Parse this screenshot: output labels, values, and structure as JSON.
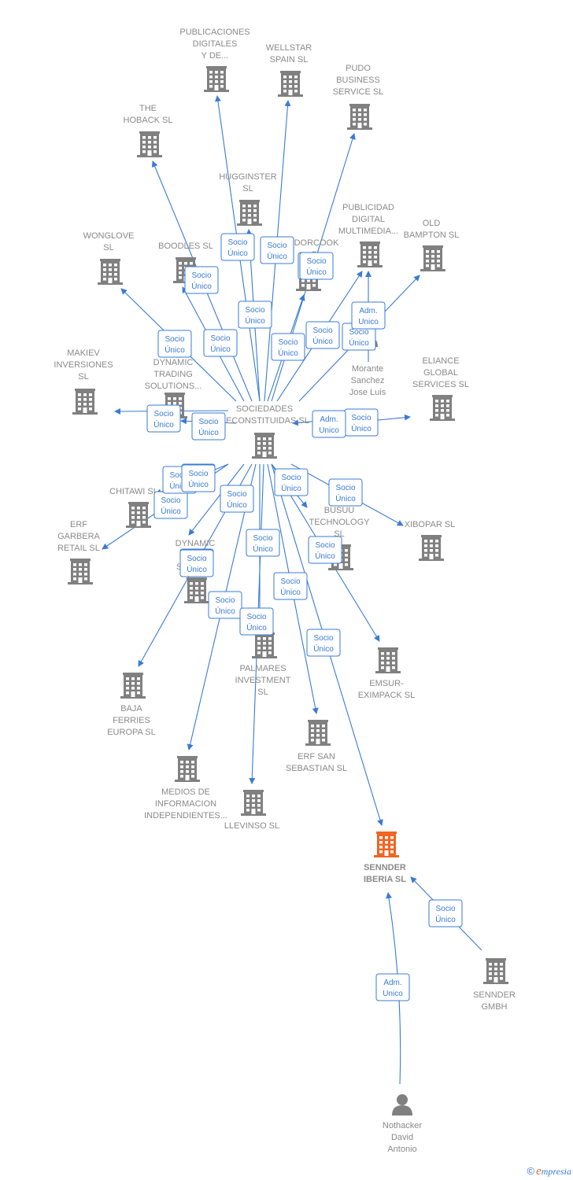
{
  "colors": {
    "building": "#808080",
    "highlight": "#f26522",
    "edge": "#3a7bd5",
    "person": "#808080"
  },
  "nodes": [
    {
      "id": "sociedades",
      "type": "company",
      "lines": [
        "SOCIEDADES",
        "RECONSTITUIDAS SL"
      ]
    },
    {
      "id": "publicaciones",
      "type": "company",
      "lines": [
        "PUBLICACIONES",
        "DIGITALES",
        "Y DE..."
      ]
    },
    {
      "id": "wellstar",
      "type": "company",
      "lines": [
        "WELLSTAR",
        "SPAIN  SL"
      ]
    },
    {
      "id": "pudo",
      "type": "company",
      "lines": [
        "PUDO",
        "BUSINESS",
        "SERVICE  SL"
      ]
    },
    {
      "id": "thehoback",
      "type": "company",
      "lines": [
        "THE",
        "HOBACK  SL"
      ]
    },
    {
      "id": "hugginster",
      "type": "company",
      "lines": [
        "HUGGINSTER",
        "SL"
      ]
    },
    {
      "id": "publicidad",
      "type": "company",
      "lines": [
        "PUBLICIDAD",
        "DIGITAL",
        "MULTIMEDIA..."
      ]
    },
    {
      "id": "oldbampton",
      "type": "company",
      "lines": [
        "OLD",
        "BAMPTON  SL"
      ]
    },
    {
      "id": "wonglove",
      "type": "company",
      "lines": [
        "WONGLOVE",
        "SL"
      ]
    },
    {
      "id": "boodles",
      "type": "company",
      "lines": [
        "BOODLES  SL"
      ]
    },
    {
      "id": "dorcook",
      "type": "company",
      "lines": [
        "DORCOOK",
        "SL"
      ]
    },
    {
      "id": "morante",
      "type": "person",
      "lines": [
        "Morante",
        "Sanchez",
        "Jose Luis"
      ]
    },
    {
      "id": "makiev",
      "type": "company",
      "lines": [
        "MAKIEV",
        "INVERSIONES",
        "SL"
      ]
    },
    {
      "id": "dynamic1",
      "type": "company",
      "lines": [
        "DYNAMIC",
        "TRADING",
        "SOLUTIONS..."
      ]
    },
    {
      "id": "eliance",
      "type": "company",
      "lines": [
        "ELIANCE",
        "GLOBAL",
        "SERVICES  SL"
      ]
    },
    {
      "id": "chitawi",
      "type": "company",
      "lines": [
        "CHITAWI  SL"
      ]
    },
    {
      "id": "erfgarbera",
      "type": "company",
      "lines": [
        "ERF",
        "GARBERA",
        "RETAIL  SL"
      ]
    },
    {
      "id": "dynamic2",
      "type": "company",
      "lines": [
        "DYNAMIC",
        "T...",
        "SOL...S..."
      ]
    },
    {
      "id": "busuu",
      "type": "company",
      "lines": [
        "BUSUU",
        "TECHNOLOGY",
        "SL"
      ]
    },
    {
      "id": "xibopar",
      "type": "company",
      "lines": [
        "XIBOPAR  SL"
      ]
    },
    {
      "id": "palmares",
      "type": "company",
      "lines": [
        "PALMARES",
        "INVESTMENT",
        "SL"
      ]
    },
    {
      "id": "emsur",
      "type": "company",
      "lines": [
        "EMSUR-",
        "EXIMPACK  SL"
      ]
    },
    {
      "id": "baja",
      "type": "company",
      "lines": [
        "BAJA",
        "FERRIES",
        "EUROPA  SL"
      ]
    },
    {
      "id": "erfsansebastian",
      "type": "company",
      "lines": [
        "ERF SAN",
        "SEBASTIAN  SL"
      ]
    },
    {
      "id": "medios",
      "type": "company",
      "lines": [
        "MEDIOS DE",
        "INFORMACION",
        "INDEPENDIENTES..."
      ]
    },
    {
      "id": "llevinso",
      "type": "company",
      "lines": [
        "LLEVINSO  SL"
      ]
    },
    {
      "id": "sennderiberia",
      "type": "company",
      "highlight": true,
      "lines": [
        "SENNDER",
        "IBERIA  SL"
      ]
    },
    {
      "id": "senndergmbh",
      "type": "company",
      "lines": [
        "SENNDER",
        "GMBH"
      ]
    },
    {
      "id": "nothacker",
      "type": "person",
      "lines": [
        "Nothacker",
        "David",
        "Antonio"
      ]
    }
  ],
  "edges": [
    {
      "from": "sociedades",
      "to": "publicaciones",
      "lines": [
        "Socio",
        "Único"
      ]
    },
    {
      "from": "sociedades",
      "to": "wellstar",
      "lines": [
        "Socio",
        "Único"
      ]
    },
    {
      "from": "sociedades",
      "to": "pudo",
      "lines": [
        "Socio",
        "Único"
      ]
    },
    {
      "from": "sociedades",
      "to": "thehoback",
      "lines": [
        "Socio",
        "Único"
      ]
    },
    {
      "from": "sociedades",
      "to": "hugginster",
      "lines": [
        "Socio",
        "Único"
      ]
    },
    {
      "from": "sociedades",
      "to": "publicidad",
      "lines": [
        "Socio",
        "Único"
      ]
    },
    {
      "from": "sociedades",
      "to": "oldbampton",
      "lines": [
        "Socio",
        "Único"
      ]
    },
    {
      "from": "sociedades",
      "to": "wonglove",
      "lines": [
        "Socio",
        "Único"
      ]
    },
    {
      "from": "sociedades",
      "to": "boodles",
      "lines": [
        "Socio",
        "Único"
      ]
    },
    {
      "from": "sociedades",
      "to": "dorcook",
      "lines": [
        "Socio",
        "Único"
      ]
    },
    {
      "from": "morante",
      "to": "publicidad",
      "lines": [
        "Adm.",
        "Unico"
      ]
    },
    {
      "from": "sociedades",
      "to": "makiev",
      "lines": [
        "Socio",
        "Único"
      ]
    },
    {
      "from": "sociedades",
      "to": "dynamic1",
      "lines": [
        "Socio",
        "Único"
      ]
    },
    {
      "from": "sociedades",
      "to": "eliance",
      "lines": [
        "Socio",
        "Único"
      ]
    },
    {
      "from": "morante",
      "to": "sociedades",
      "lines": [
        "Adm.",
        "Unico"
      ]
    },
    {
      "from": "sociedades",
      "to": "chitawi",
      "lines": [
        "Socio",
        "Único"
      ]
    },
    {
      "from": "sociedades",
      "to": "erfgarbera",
      "lines": [
        "Socio",
        "Único"
      ]
    },
    {
      "from": "sociedades",
      "to": "dynamic2",
      "lines": [
        "Socio",
        "Único"
      ]
    },
    {
      "from": "sociedades",
      "to": "busuu",
      "lines": [
        "Socio",
        "Único"
      ]
    },
    {
      "from": "sociedades",
      "to": "xibopar",
      "lines": [
        "Socio",
        "Único"
      ]
    },
    {
      "from": "sociedades",
      "to": "palmares",
      "lines": [
        "Socio",
        "Único"
      ]
    },
    {
      "from": "sociedades",
      "to": "emsur",
      "lines": [
        "Socio",
        "Único"
      ]
    },
    {
      "from": "sociedades",
      "to": "baja",
      "lines": [
        "Socio",
        "Único"
      ]
    },
    {
      "from": "sociedades",
      "to": "erfsansebastian",
      "lines": [
        "Socio",
        "Único"
      ]
    },
    {
      "from": "sociedades",
      "to": "medios",
      "lines": [
        "Socio",
        "Único"
      ]
    },
    {
      "from": "sociedades",
      "to": "llevinso",
      "lines": [
        "Socio",
        "Único"
      ]
    },
    {
      "from": "sociedades",
      "to": "sennderiberia",
      "lines": [
        "Socio",
        "Único"
      ]
    },
    {
      "from": "senndergmbh",
      "to": "sennderiberia",
      "lines": [
        "Socio",
        "Único"
      ]
    },
    {
      "from": "nothacker",
      "to": "sennderiberia",
      "lines": [
        "Adm.",
        "Unico"
      ]
    }
  ],
  "footer": {
    "copyright": "©",
    "brand_e": "e",
    "brand_rest": "mpresia"
  }
}
